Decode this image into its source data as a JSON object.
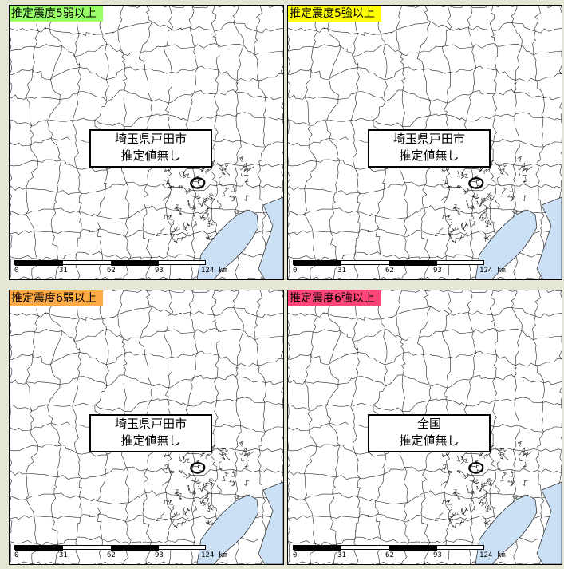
{
  "panels": [
    {
      "label": "推定震度5弱以上",
      "color": "#99ff66",
      "line1": "埼玉県戸田市",
      "line2": "推定値無し"
    },
    {
      "label": "推定震度5強以上",
      "color": "#ffff00",
      "line1": "埼玉県戸田市",
      "line2": "推定値無し"
    },
    {
      "label": "推定震度6弱以上",
      "color": "#ffaa44",
      "line1": "埼玉県戸田市",
      "line2": "推定値無し"
    },
    {
      "label": "推定震度6強以上",
      "color": "#ff4477",
      "line1": "全国",
      "line2": "推定値無し"
    }
  ],
  "scale": {
    "ticks": [
      "0",
      "31",
      "62",
      "93",
      "124"
    ],
    "unit": "km"
  },
  "colors": {
    "sea": "#cce0f5",
    "boundary": "#222222",
    "background": "#e6e6d4"
  }
}
